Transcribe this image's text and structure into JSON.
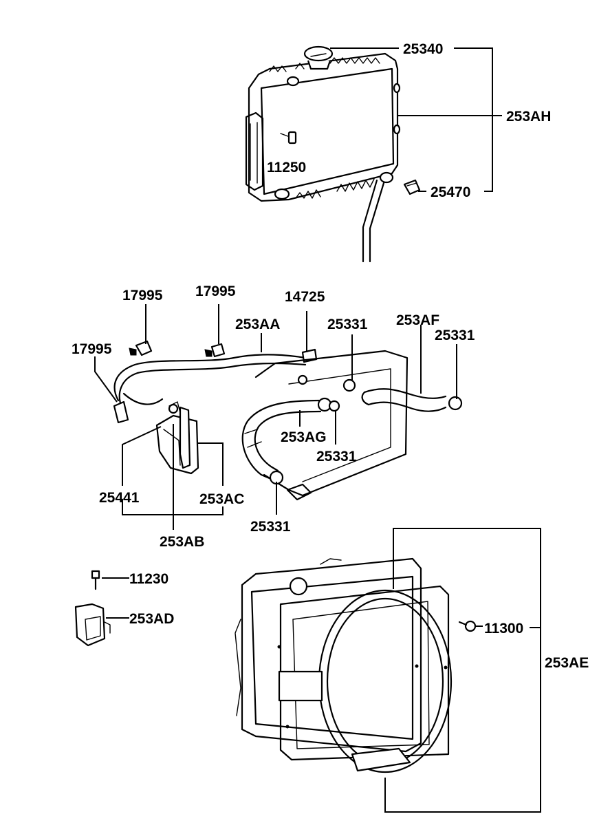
{
  "labels": {
    "cap": "25340",
    "radiator_assy": "253AH",
    "bolt_upper": "11250",
    "drain_plug": "25470",
    "clamp_a": "17995",
    "clamp_b": "17995",
    "clamp_c": "17995",
    "clip_upper": "14725",
    "hose_overflow": "253AA",
    "hose_clamp_top": "25331",
    "hose_upper": "253AF",
    "hose_clamp_right": "25331",
    "hose_lower": "253AG",
    "hose_clamp_mid": "25331",
    "hose_clamp_bottom": "25331",
    "tank_bracket": "25441",
    "tank_cap": "253AC",
    "reservoir_assy": "253AB",
    "bolt_small": "11230",
    "bracket": "253AD",
    "bolt_shroud": "11300",
    "shroud_assy": "253AE"
  }
}
